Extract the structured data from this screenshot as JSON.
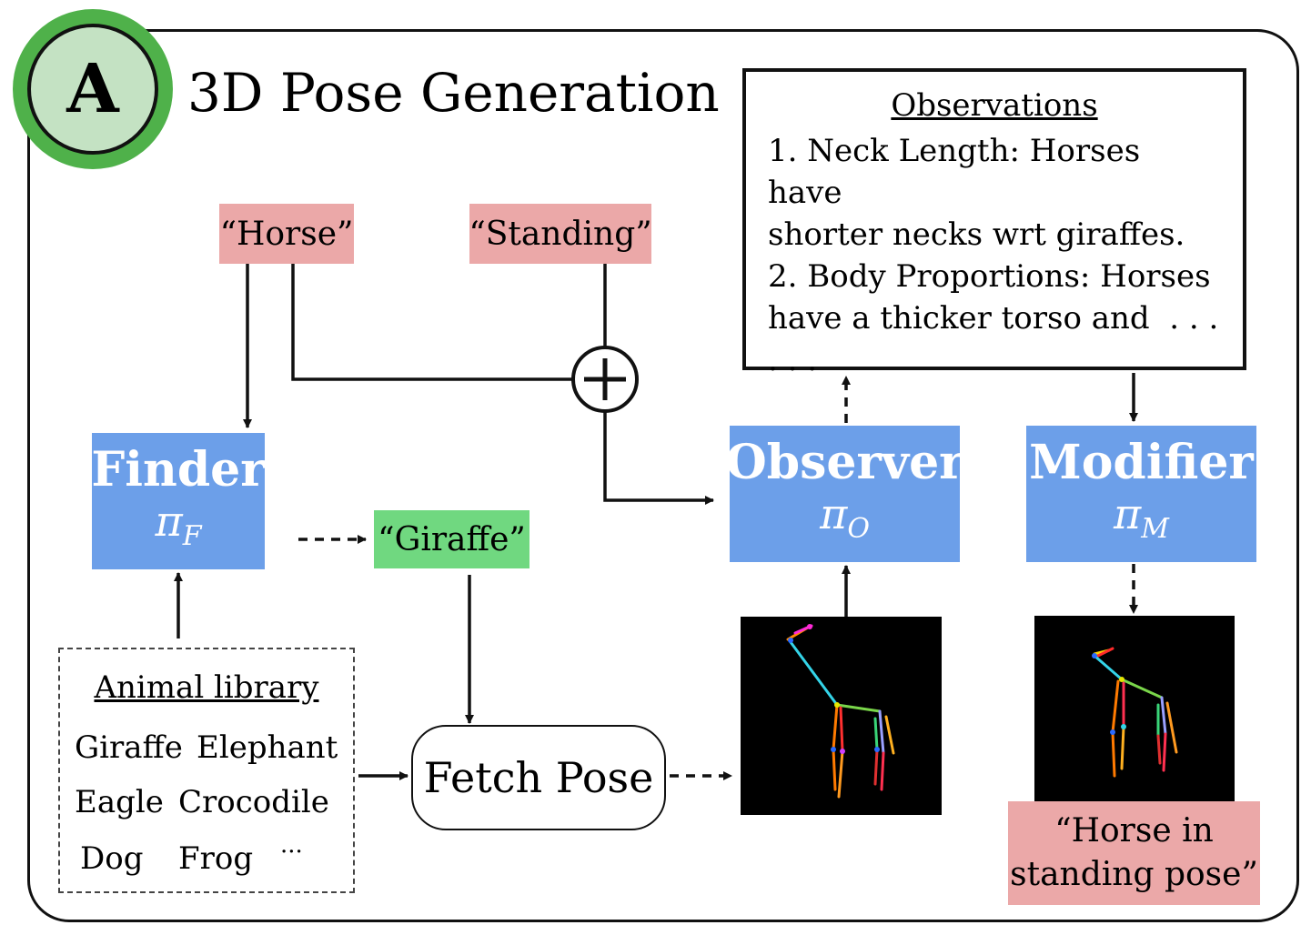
{
  "badge": {
    "letter": "A"
  },
  "title": "3D Pose Generation",
  "inputs": {
    "animal": "“Horse”",
    "pose": "“Standing”"
  },
  "finder": {
    "name": "Finder",
    "symbol": "π",
    "subscript": "F"
  },
  "found_animal": "“Giraffe”",
  "library": {
    "title": "Animal library",
    "items": [
      "Giraffe",
      "Elephant",
      "Eagle",
      "Crocodile",
      "Dog",
      "Frog",
      "···"
    ]
  },
  "fetch_pose": "Fetch Pose",
  "observer": {
    "name": "Observer",
    "symbol": "π",
    "subscript": "O"
  },
  "modifier": {
    "name": "Modifier",
    "symbol": "π",
    "subscript": "M"
  },
  "observations": {
    "title": "Observations",
    "lines": [
      "1. Neck Length: Horses have",
      "shorter necks wrt giraffes.",
      "2. Body Proportions: Horses",
      "have a thicker torso and  . . .",
      ". . ."
    ]
  },
  "caption": {
    "line1": "“Horse in",
    "line2": "standing pose”"
  },
  "colors": {
    "input_label": "#eba8a8",
    "module": "#6c9fe9",
    "found_label": "#70d880",
    "badge": "#4fb14a"
  }
}
